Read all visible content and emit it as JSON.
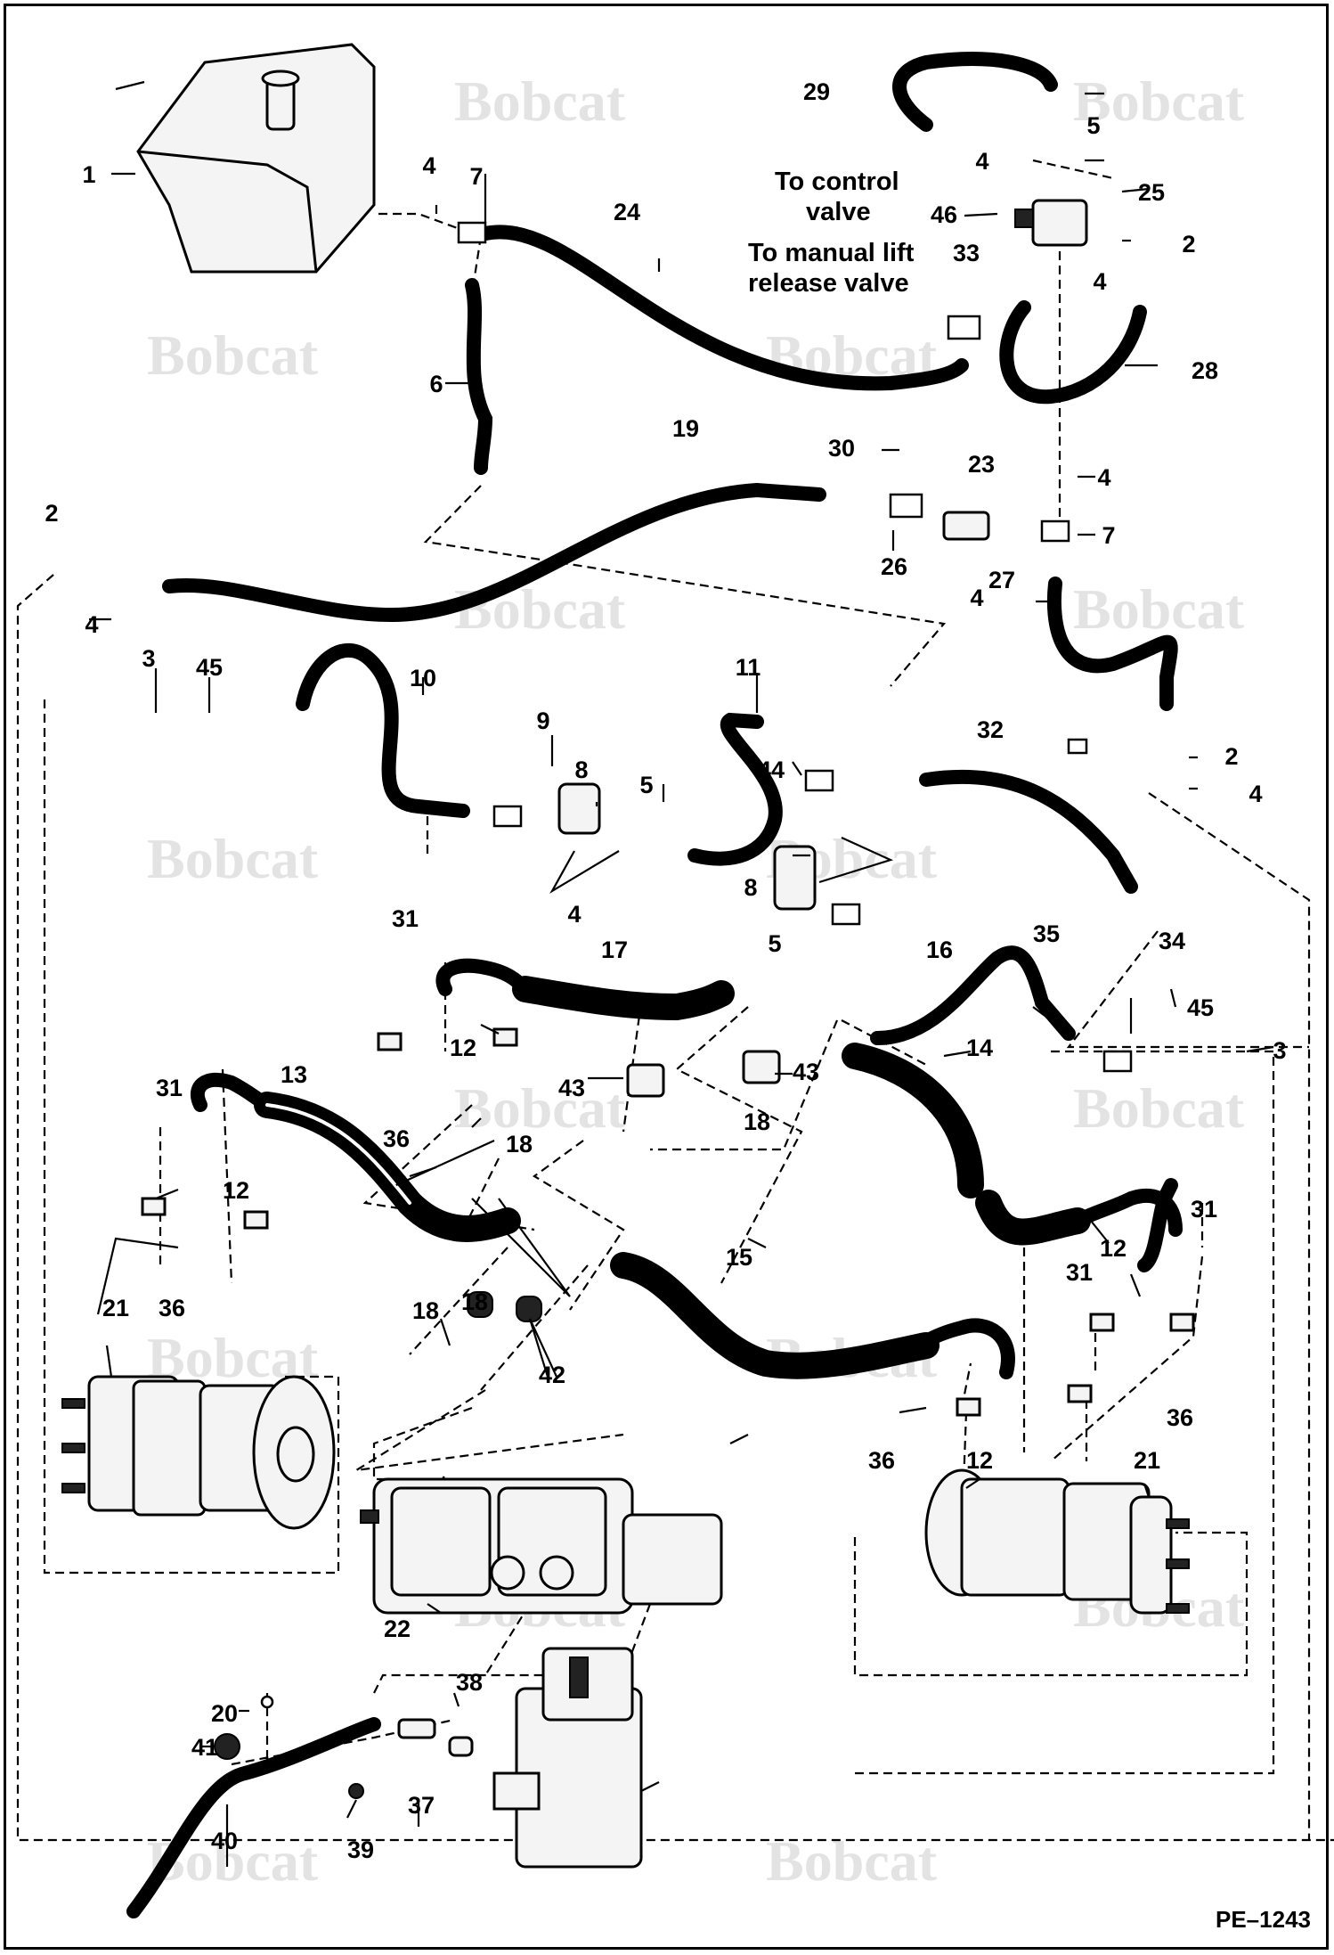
{
  "notes": {
    "to_control_valve": "To control valve",
    "to_manual_lift_release_valve": "To manual lift release valve"
  },
  "figure_code": "PE–1243",
  "watermark": "Bobcat",
  "callouts": [
    "1",
    "2",
    "2",
    "2",
    "3",
    "3",
    "4",
    "4",
    "4",
    "4",
    "4",
    "4",
    "4",
    "4",
    "5",
    "5",
    "5",
    "6",
    "7",
    "7",
    "8",
    "8",
    "9",
    "10",
    "11",
    "12",
    "12",
    "12",
    "12",
    "13",
    "14",
    "15",
    "16",
    "17",
    "18",
    "18",
    "18",
    "18",
    "19",
    "20",
    "21",
    "21",
    "22",
    "23",
    "24",
    "25",
    "26",
    "27",
    "28",
    "29",
    "30",
    "31",
    "31",
    "31",
    "31",
    "32",
    "33",
    "34",
    "35",
    "36",
    "36",
    "36",
    "36",
    "37",
    "38",
    "39",
    "40",
    "41",
    "42",
    "43",
    "43",
    "44",
    "45",
    "45",
    "46"
  ]
}
